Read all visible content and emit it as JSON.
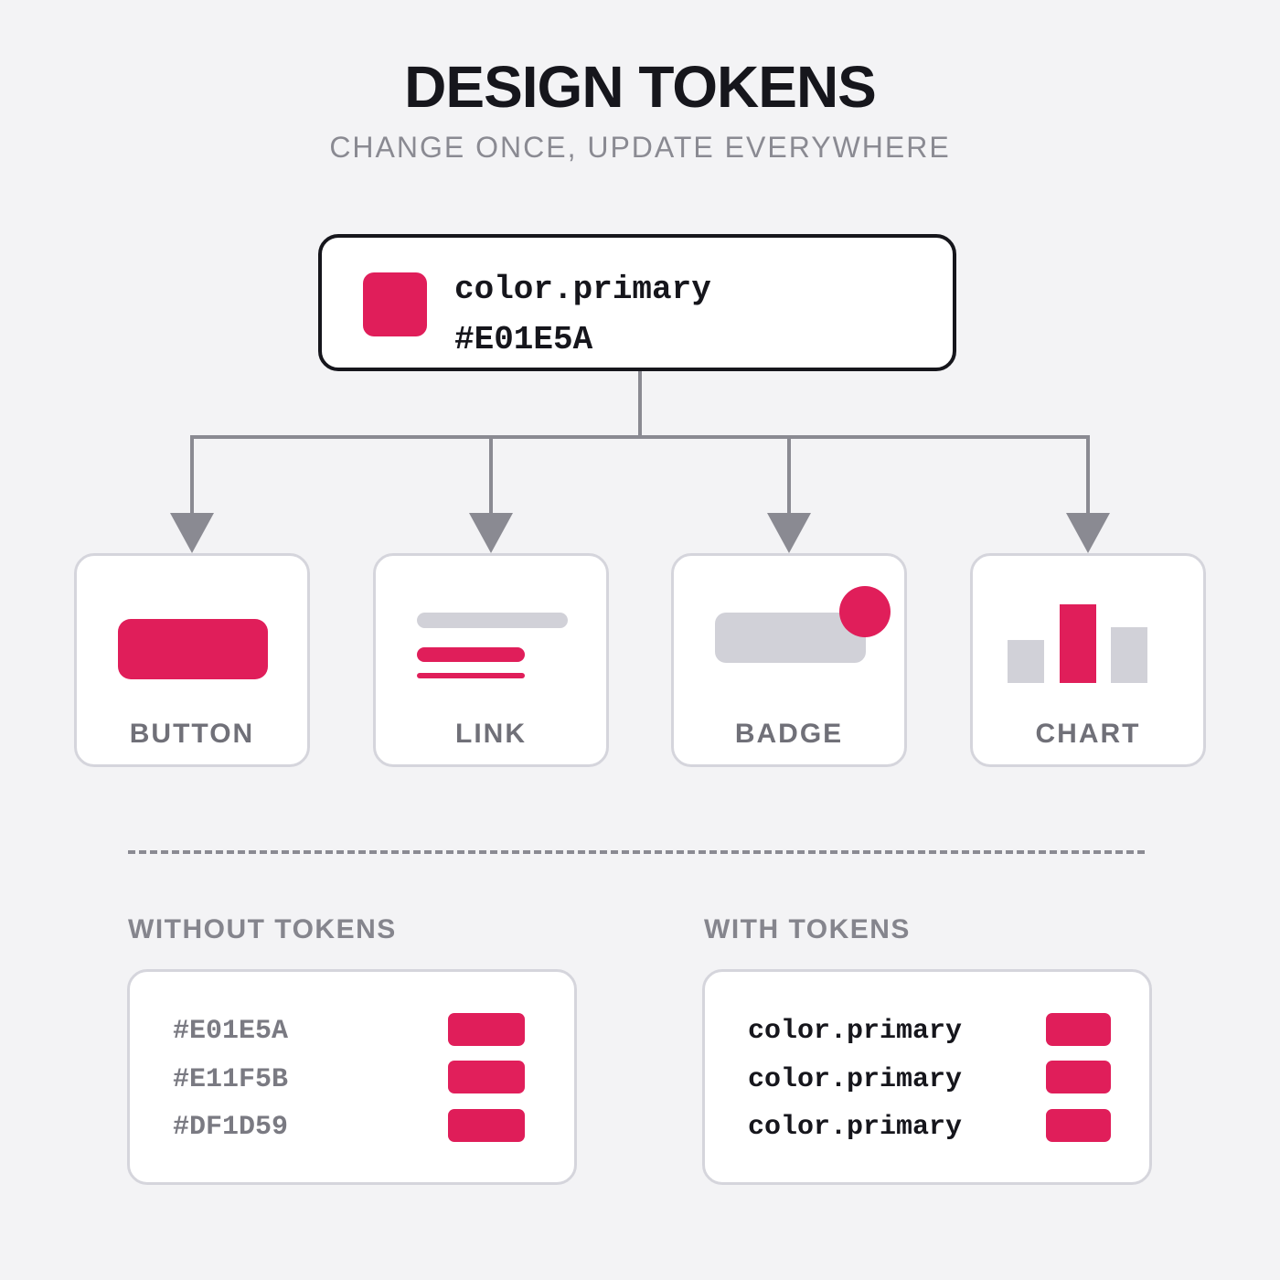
{
  "header": {
    "title": "DESIGN TOKENS",
    "subtitle": "CHANGE ONCE, UPDATE EVERYWHERE"
  },
  "token": {
    "name": "color.primary",
    "value": "#E01E5A",
    "color": "#E01E5A"
  },
  "colors": {
    "primary": "#E01E5A",
    "neutral": "#D1D1D8",
    "connector": "#8A8A92",
    "ink": "#16161C"
  },
  "components": [
    {
      "label": "BUTTON"
    },
    {
      "label": "LINK"
    },
    {
      "label": "BADGE"
    },
    {
      "label": "CHART"
    }
  ],
  "without_tokens": {
    "label": "WITHOUT TOKENS",
    "rows": [
      {
        "text": "#E01E5A",
        "color": "#E01E5A"
      },
      {
        "text": "#E11F5B",
        "color": "#E11F5B"
      },
      {
        "text": "#DF1D59",
        "color": "#DF1D59"
      }
    ]
  },
  "with_tokens": {
    "label": "WITH TOKENS",
    "rows": [
      {
        "text": "color.primary",
        "color": "#E01E5A"
      },
      {
        "text": "color.primary",
        "color": "#E01E5A"
      },
      {
        "text": "color.primary",
        "color": "#E01E5A"
      }
    ]
  }
}
